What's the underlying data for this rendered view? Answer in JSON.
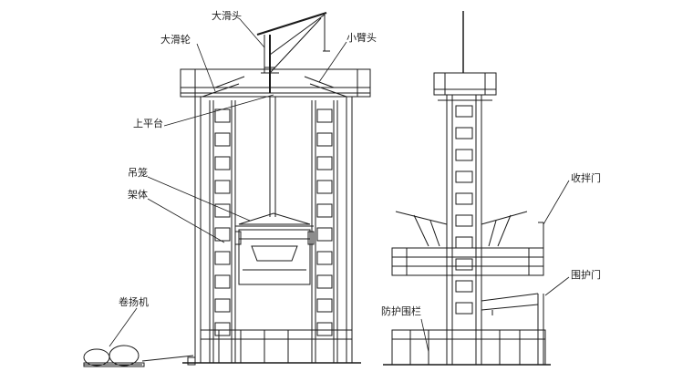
{
  "labels": {
    "big_hoist_head": "大滑头",
    "pulley": "大滑轮",
    "small_hoist_head": "小臂头",
    "top_platform": "上平台",
    "car_frame": "吊笼",
    "frame": "架体",
    "winch": "卷扬机",
    "folding_door": "收拌门",
    "fence_door": "围护门",
    "guard_rail": "防护围栏"
  },
  "colors": {
    "line": "#1a1a1a",
    "background": "#ffffff"
  }
}
